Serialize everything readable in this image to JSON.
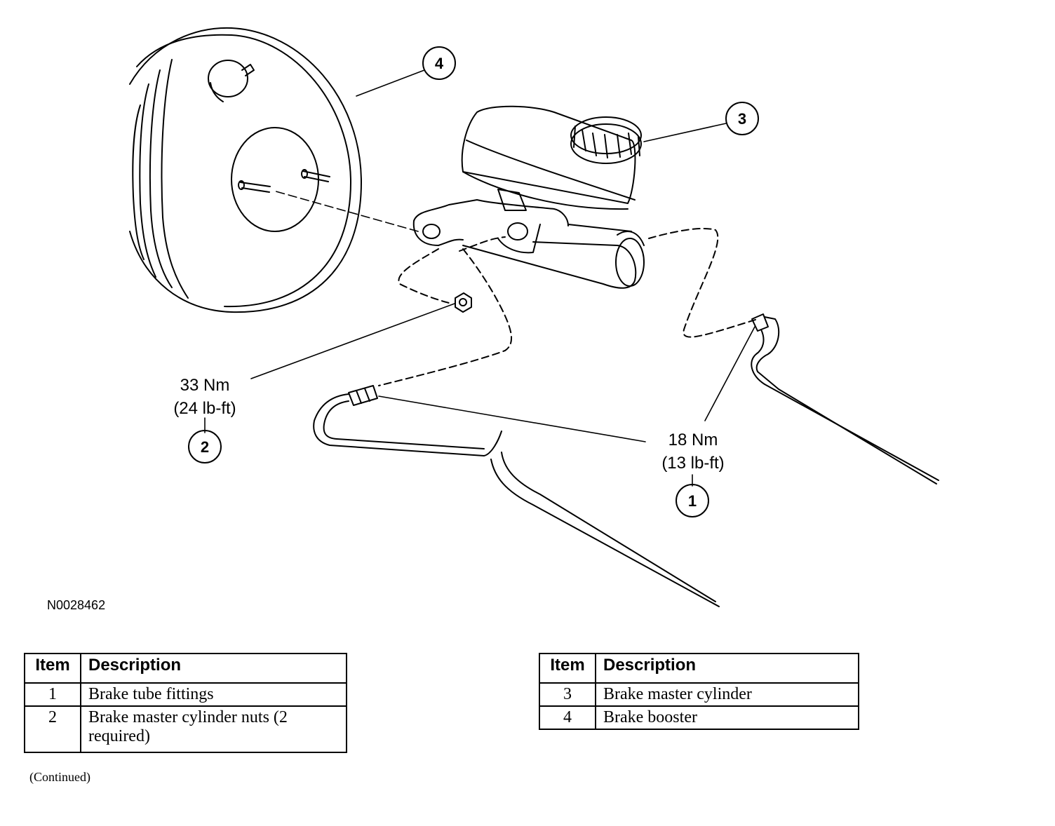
{
  "callouts": [
    {
      "id": "1",
      "label": "1"
    },
    {
      "id": "2",
      "label": "2"
    },
    {
      "id": "3",
      "label": "3"
    },
    {
      "id": "4",
      "label": "4"
    }
  ],
  "torque": {
    "nuts_nm": "33 Nm",
    "nuts_lbft": "(24 lb-ft)",
    "fittings_nm": "18 Nm",
    "fittings_lbft": "(13 lb-ft)"
  },
  "figure_id": "N0028462",
  "legend": {
    "header_item": "Item",
    "header_description": "Description",
    "left_rows": [
      {
        "item": "1",
        "description": "Brake tube fittings"
      },
      {
        "item": "2",
        "description": "Brake master cylinder nuts (2 required)"
      }
    ],
    "right_rows": [
      {
        "item": "3",
        "description": "Brake master cylinder"
      },
      {
        "item": "4",
        "description": "Brake booster"
      }
    ]
  },
  "continued": "(Continued)"
}
